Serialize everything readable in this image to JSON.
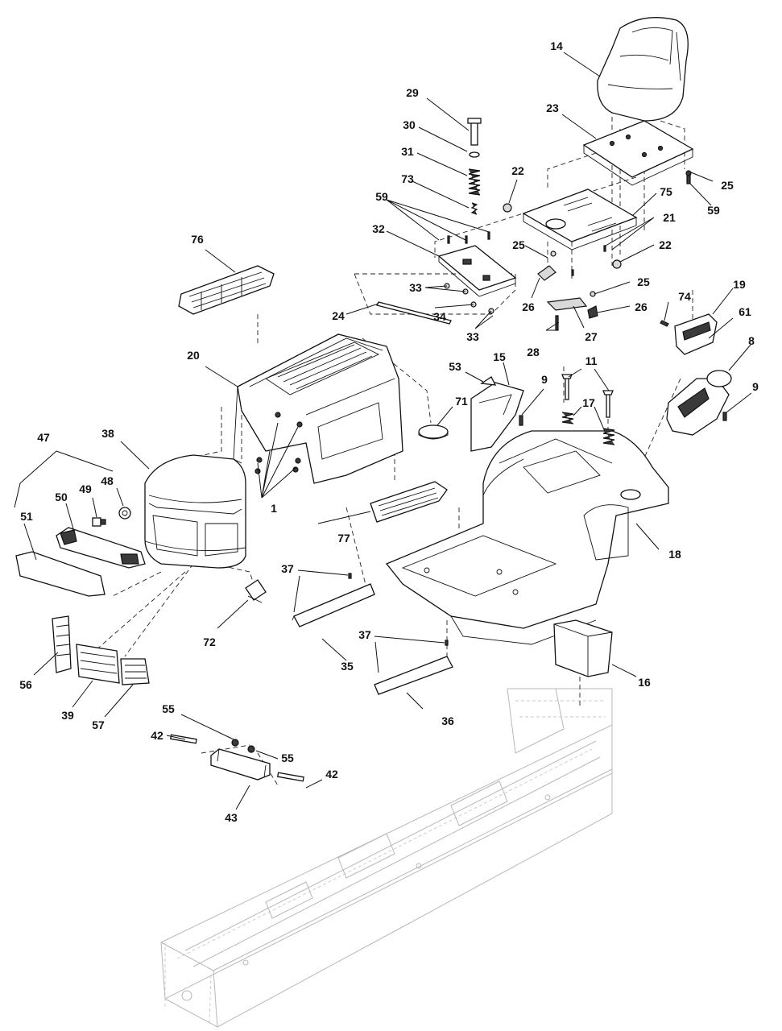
{
  "callouts": [
    {
      "id": "c1",
      "text": "1"
    },
    {
      "id": "c8",
      "text": "8"
    },
    {
      "id": "c9a",
      "text": "9"
    },
    {
      "id": "c9b",
      "text": "9"
    },
    {
      "id": "c11",
      "text": "11"
    },
    {
      "id": "c14",
      "text": "14"
    },
    {
      "id": "c15",
      "text": "15"
    },
    {
      "id": "c16",
      "text": "16"
    },
    {
      "id": "c17",
      "text": "17"
    },
    {
      "id": "c18",
      "text": "18"
    },
    {
      "id": "c19",
      "text": "19"
    },
    {
      "id": "c20",
      "text": "20"
    },
    {
      "id": "c21",
      "text": "21"
    },
    {
      "id": "c22a",
      "text": "22"
    },
    {
      "id": "c22b",
      "text": "22"
    },
    {
      "id": "c23",
      "text": "23"
    },
    {
      "id": "c24",
      "text": "24"
    },
    {
      "id": "c25a",
      "text": "25"
    },
    {
      "id": "c25b",
      "text": "25"
    },
    {
      "id": "c25c",
      "text": "25"
    },
    {
      "id": "c26a",
      "text": "26"
    },
    {
      "id": "c26b",
      "text": "26"
    },
    {
      "id": "c27",
      "text": "27"
    },
    {
      "id": "c28",
      "text": "28"
    },
    {
      "id": "c29",
      "text": "29"
    },
    {
      "id": "c30",
      "text": "30"
    },
    {
      "id": "c31",
      "text": "31"
    },
    {
      "id": "c32",
      "text": "32"
    },
    {
      "id": "c33a",
      "text": "33"
    },
    {
      "id": "c33b",
      "text": "33"
    },
    {
      "id": "c34",
      "text": "34"
    },
    {
      "id": "c35",
      "text": "35"
    },
    {
      "id": "c36",
      "text": "36"
    },
    {
      "id": "c37a",
      "text": "37"
    },
    {
      "id": "c37b",
      "text": "37"
    },
    {
      "id": "c38",
      "text": "38"
    },
    {
      "id": "c39",
      "text": "39"
    },
    {
      "id": "c42a",
      "text": "42"
    },
    {
      "id": "c42b",
      "text": "42"
    },
    {
      "id": "c43",
      "text": "43"
    },
    {
      "id": "c47",
      "text": "47"
    },
    {
      "id": "c48",
      "text": "48"
    },
    {
      "id": "c49",
      "text": "49"
    },
    {
      "id": "c50",
      "text": "50"
    },
    {
      "id": "c51",
      "text": "51"
    },
    {
      "id": "c53",
      "text": "53"
    },
    {
      "id": "c55a",
      "text": "55"
    },
    {
      "id": "c55b",
      "text": "55"
    },
    {
      "id": "c56",
      "text": "56"
    },
    {
      "id": "c57",
      "text": "57"
    },
    {
      "id": "c59a",
      "text": "59"
    },
    {
      "id": "c59b",
      "text": "59"
    },
    {
      "id": "c61",
      "text": "61"
    },
    {
      "id": "c71",
      "text": "71"
    },
    {
      "id": "c72",
      "text": "72"
    },
    {
      "id": "c73",
      "text": "73"
    },
    {
      "id": "c74",
      "text": "74"
    },
    {
      "id": "c75",
      "text": "75"
    },
    {
      "id": "c76",
      "text": "76"
    },
    {
      "id": "c77",
      "text": "77"
    }
  ],
  "colors": {
    "line": "#111111",
    "frame_ghost": "#b8b8b8",
    "background": "#ffffff"
  }
}
